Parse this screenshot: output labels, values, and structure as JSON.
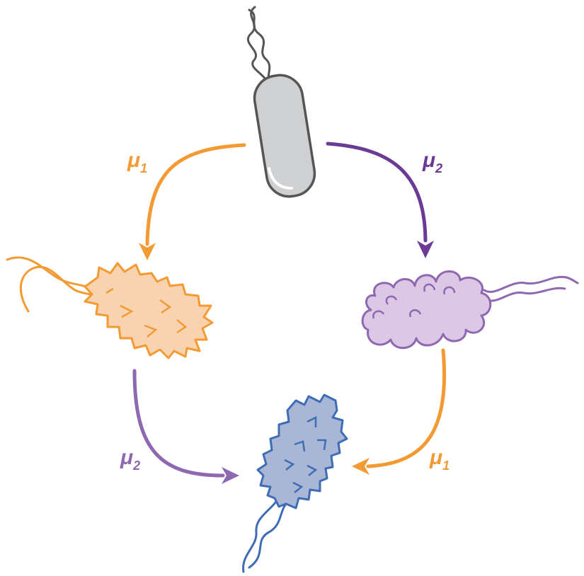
{
  "colors": {
    "mu1": "#f39a32",
    "mu2_top": "#6b3a94",
    "mu2_bottom": "#8e68b0",
    "wildtype_fill": "#cfd0d2",
    "wildtype_stroke": "#555555",
    "mutant1_fill": "#f9d3b0",
    "mutant1_stroke": "#f39a32",
    "mutant2_fill": "#dcc7e4",
    "mutant2_stroke": "#8e68b0",
    "double_fill": "#a9b6d6",
    "double_stroke": "#3e6db5"
  },
  "labels": {
    "top_left": {
      "symbol": "μ",
      "subscript": "1"
    },
    "top_right": {
      "symbol": "μ",
      "subscript": "2"
    },
    "bottom_left": {
      "symbol": "μ",
      "subscript": "2"
    },
    "bottom_right": {
      "symbol": "μ",
      "subscript": "1"
    }
  },
  "icons": {
    "wildtype": "grey-rod-bacterium-icon",
    "mutant1": "orange-spiky-bacterium-icon",
    "mutant2": "purple-bumpy-bacterium-icon",
    "double": "blue-notched-bacterium-icon"
  }
}
